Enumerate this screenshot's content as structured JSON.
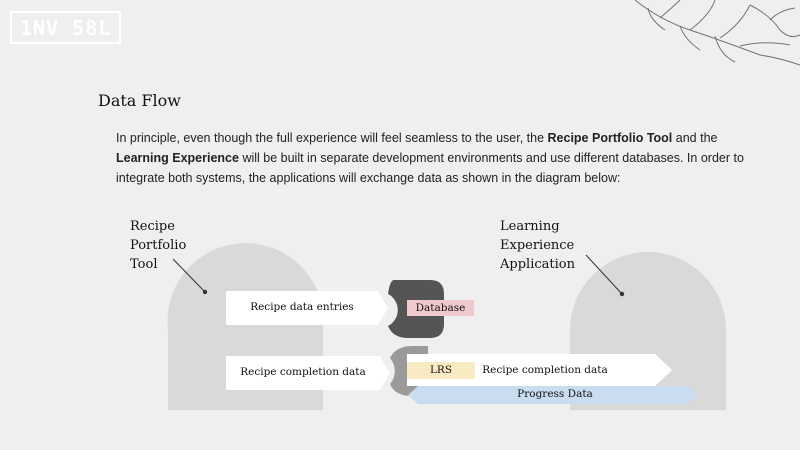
{
  "logo": {
    "text": "1NV 58L"
  },
  "title": "Data Flow",
  "intro": {
    "part1": "In principle, even though the full experience will feel seamless to the user, the ",
    "bold1": "Recipe Portfolio Tool",
    "part2": " and the ",
    "bold2": "Learning Experience",
    "part3": " will be built in separate development environments and use different databases. In order to integrate both systems, the applications will exchange data as shown in the diagram below:"
  },
  "diagram": {
    "left_system": {
      "line1": "Recipe",
      "line2": "Portfolio",
      "line3": "Tool"
    },
    "right_system": {
      "line1": "Learning",
      "line2": "Experience",
      "line3": "Application"
    },
    "flow_entries": "Recipe data entries",
    "database": "Database",
    "flow_completion_left": "Recipe completion data",
    "lrs": "LRS",
    "flow_completion_right": "Recipe completion data",
    "flow_progress": "Progress Data",
    "colors": {
      "circle": "#d9d9d9",
      "dark_node": "#555555",
      "database_box": "#f0c9cd",
      "lrs_box": "#f8ebc4",
      "progress_arrow": "#c9dcf0",
      "arrow_box": "#ffffff"
    }
  }
}
